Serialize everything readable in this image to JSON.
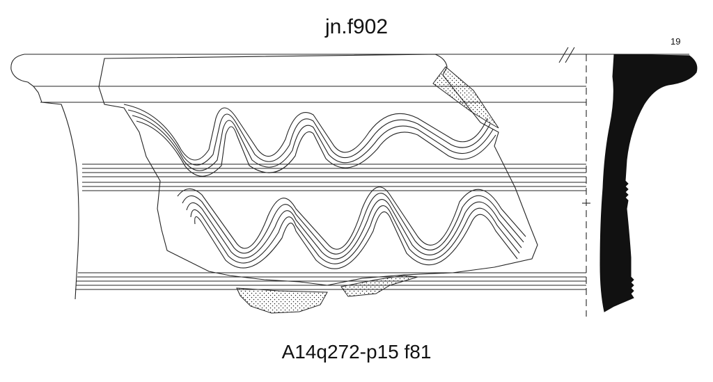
{
  "drawing": {
    "title": "jn.f902",
    "number": "19",
    "caption": "A14q272-p15 f81"
  }
}
